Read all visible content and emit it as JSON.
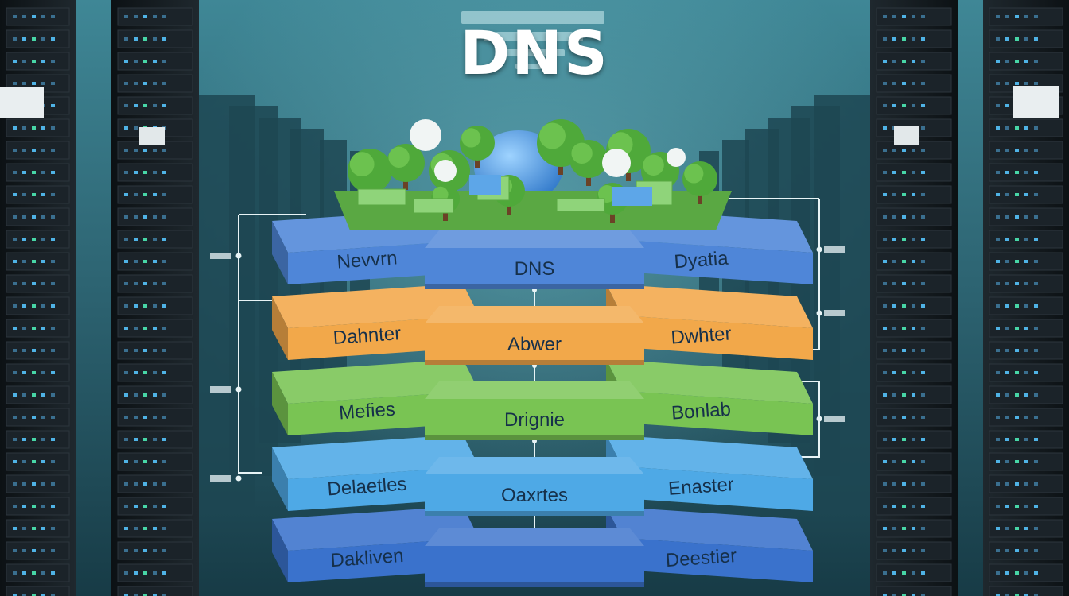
{
  "title": "DNS",
  "colors": {
    "blue_top": "#4f86d8",
    "orange": "#f2a84a",
    "green": "#79c453",
    "light_blue": "#4ea9e6",
    "deep_blue": "#3a72cc",
    "rack": "#151b20",
    "corridor": "#2f6878"
  },
  "layers": [
    {
      "color_key": "blue_top",
      "labels": {
        "left": "Nevvrn",
        "center": "DNS",
        "right": "Dyatia"
      }
    },
    {
      "color_key": "orange",
      "labels": {
        "left": "Dahnter",
        "center": "Abwer",
        "right": "Dwhter"
      }
    },
    {
      "color_key": "green",
      "labels": {
        "left": "Mefies",
        "center": "Drignie",
        "right": "Bonlab"
      }
    },
    {
      "color_key": "light_blue",
      "labels": {
        "left": "Delaetles",
        "center": "Oaxrtes",
        "right": "Enaster"
      }
    },
    {
      "color_key": "deep_blue",
      "labels": {
        "left": "Dakliven",
        "center": "",
        "right": "Deestier"
      }
    }
  ]
}
